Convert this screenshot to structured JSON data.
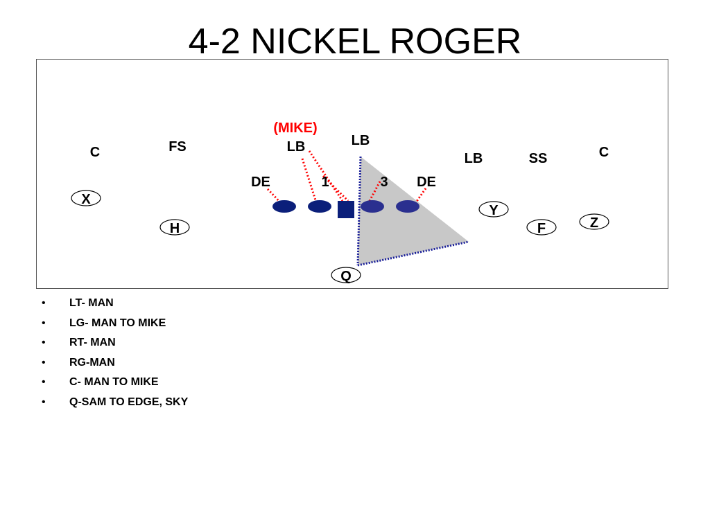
{
  "title": "4-2 NICKEL ROGER",
  "colors": {
    "defense_marker": "#0b1f7a",
    "annotation_red": "#ff0000",
    "zone_fill": "#c8c8c8",
    "coverage_line": "#1a1f9a"
  },
  "diagram": {
    "mike_label": "(MIKE)",
    "defense": {
      "corner_left": "C",
      "free_safety": "FS",
      "lb_mike": "LB",
      "lb_middle": "LB",
      "lb_right": "LB",
      "strong_safety": "SS",
      "corner_right": "C",
      "de_left": "DE",
      "de_right": "DE",
      "gap_one": "1",
      "gap_three": "3"
    },
    "offense": {
      "x": "X",
      "h": "H",
      "y": "Y",
      "f": "F",
      "z": "Z",
      "q": "Q"
    }
  },
  "assignments": [
    "LT- MAN",
    "LG- MAN TO MIKE",
    "RT- MAN",
    "RG-MAN",
    "C- MAN TO MIKE",
    "Q-SAM TO EDGE, SKY"
  ],
  "bullet_char": "•"
}
